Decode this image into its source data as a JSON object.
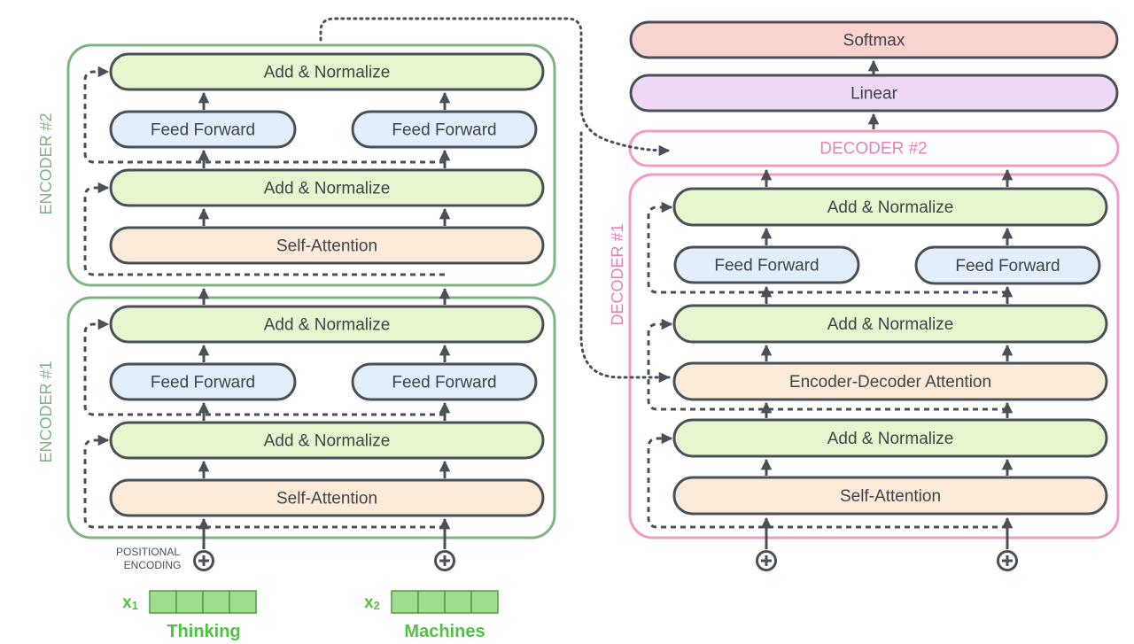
{
  "colors": {
    "encoder_border": "#7fb384",
    "decoder_border": "#f29ac6",
    "block_stroke": "#4a5058",
    "add_norm_fill": "#e6f7cf",
    "feed_forward_fill": "#e2eefa",
    "attention_fill": "#fdebd9",
    "softmax_fill": "#fbd3cf",
    "linear_fill": "#efd8f5",
    "decoder2_fill": "#ffffff",
    "vector_fill": "#9ede8e",
    "vector_stroke": "#4f9e44",
    "word_color": "#4fc341",
    "encoder_label_color": "#7fb384",
    "decoder_label_color": "#ea7fb6",
    "arrow_color": "#4a5058"
  },
  "encoder_labels": [
    "ENCODER #1",
    "ENCODER #2"
  ],
  "decoder_labels": [
    "DECODER #1",
    "DECODER #2"
  ],
  "blocks": {
    "add_normalize": "Add & Normalize",
    "feed_forward": "Feed Forward",
    "self_attention": "Self-Attention",
    "encoder_decoder_attention": "Encoder-Decoder Attention",
    "linear": "Linear",
    "softmax": "Softmax"
  },
  "positional_encoding": [
    "POSITIONAL",
    "ENCODING"
  ],
  "inputs": [
    {
      "var": "x",
      "sub": "1",
      "word": "Thinking"
    },
    {
      "var": "x",
      "sub": "2",
      "word": "Machines"
    }
  ],
  "plus_icon": "circle-plus",
  "vector_cells": 4
}
